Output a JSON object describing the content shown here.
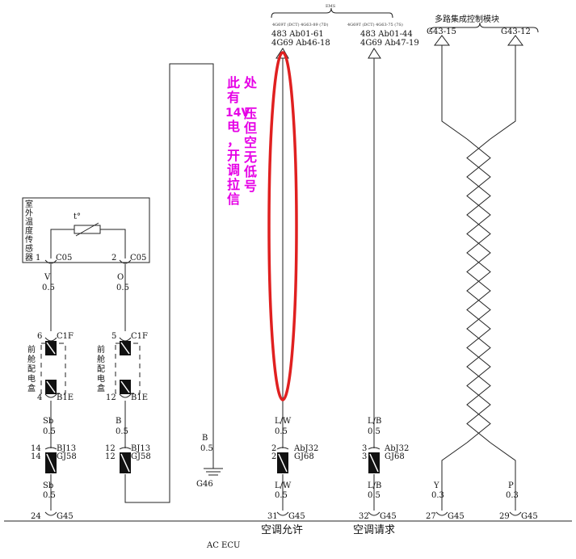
{
  "header": {
    "ems_label": "EMS",
    "ems_sub_left": "4G69T (DCT)  4G63-89 (7D)",
    "ems_sub_right": "4G69T (DCT)  4G63-75 (7S)",
    "ems_col1_row1": "483 Ab01-61",
    "ems_col1_row2": "4G69 Ab46-18",
    "ems_col2_row1": "483 Ab01-44",
    "ems_col2_row2": "4G69 Ab47-19",
    "mcm_label": "多路集成控制模块",
    "mcm_pin_left": "G43-15",
    "mcm_pin_right": "G43-12"
  },
  "annotation": {
    "col1": [
      "此",
      "有",
      "14V",
      "电",
      "，",
      "开",
      "调",
      "拉",
      "信"
    ],
    "col2": [
      "处",
      "压",
      "但",
      "空",
      "无",
      "低",
      "号"
    ]
  },
  "sensor": {
    "name_chars": [
      "室",
      "外",
      "温",
      "度",
      "传",
      "感",
      "器"
    ],
    "thermistor": "t°",
    "pin1": "1",
    "pin2": "2",
    "conn": "C05",
    "wire1_color": "V",
    "wire1_size": "0.5",
    "wire2_color": "O",
    "wire2_size": "0.5"
  },
  "front_box": {
    "name_chars_a": [
      "前",
      "舱",
      "配",
      "电",
      "盒"
    ],
    "name_chars_b": [
      "前",
      "舱",
      "配",
      "电",
      "盒"
    ],
    "pin_top_a": "6",
    "pin_top_b": "5",
    "conn_top": "C1F",
    "pin_bot_a": "4",
    "pin_bot_b": "12",
    "conn_bot": "B1E",
    "wire_a_color": "Sb",
    "wire_a_size": "0.5",
    "wire_b_color": "B",
    "wire_b_size": "0.5"
  },
  "lower_conn": {
    "a_pin": "14",
    "b_pin": "12",
    "conn1": "BJ13",
    "conn2": "GJ58",
    "a_out_color": "Sb",
    "a_out_size": "0.5"
  },
  "ground": {
    "color": "B",
    "size": "0.5",
    "label": "G46"
  },
  "ac_allow": {
    "wire_color": "L/W",
    "wire_size": "0.5",
    "pin": "2",
    "conn1": "AbJ32",
    "conn2": "GJ68",
    "pin_out": "31"
  },
  "ac_request": {
    "wire_color": "L/B",
    "wire_size": "0.5",
    "pin": "3",
    "conn1": "AbJ32",
    "conn2": "GJ68",
    "pin_out": "32"
  },
  "can": {
    "y_color": "Y",
    "y_size": "0.3",
    "p_color": "P",
    "p_size": "0.3",
    "y_pin": "27",
    "p_pin": "29"
  },
  "bottom": {
    "pin24": "24",
    "conn": "G45",
    "ac_allow_label": "空调允许",
    "ac_request_label": "空调请求",
    "ecu_label": "AC  ECU"
  }
}
